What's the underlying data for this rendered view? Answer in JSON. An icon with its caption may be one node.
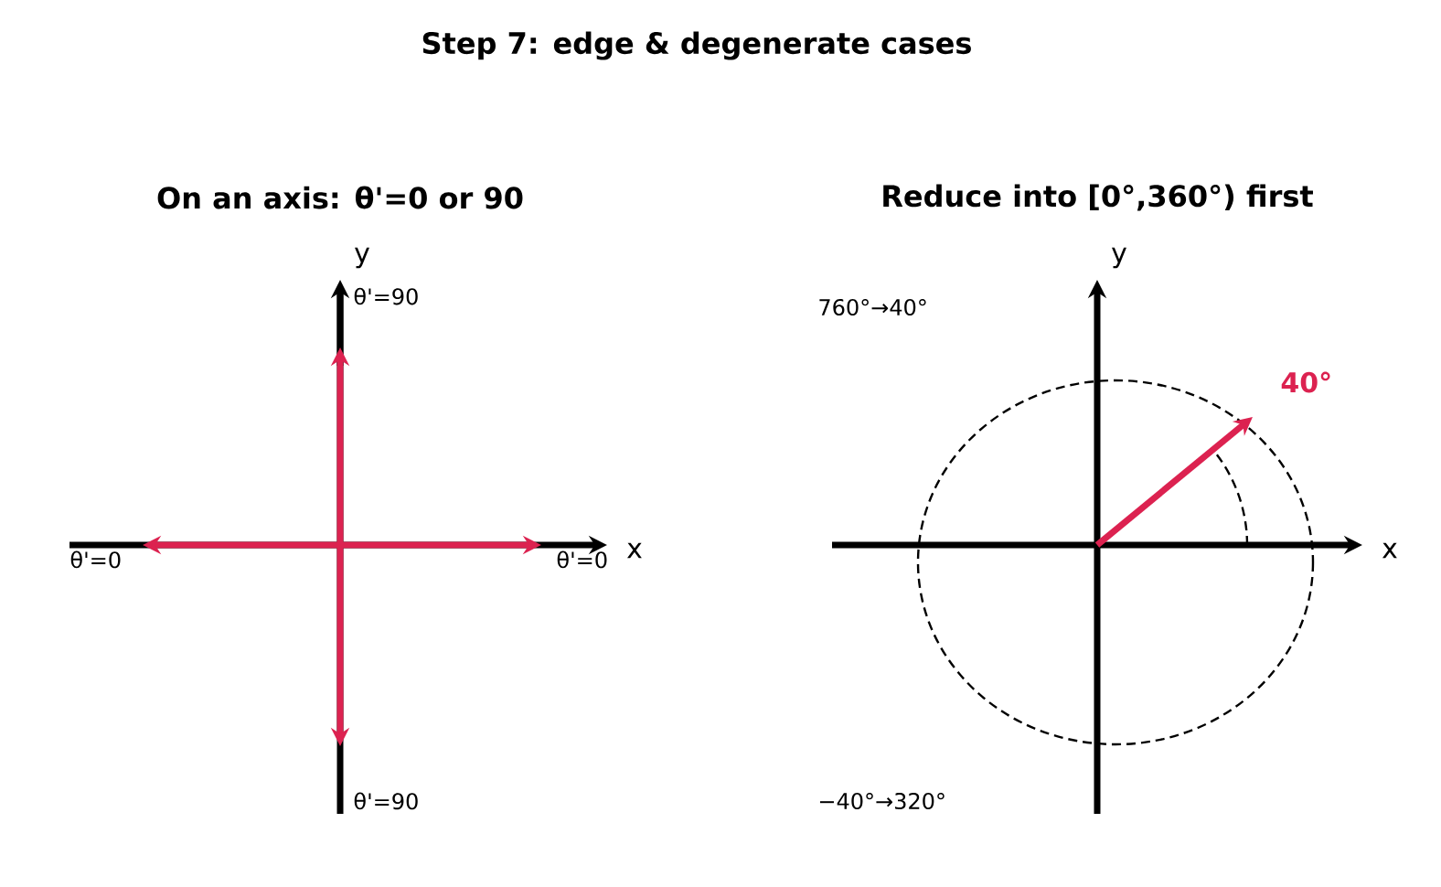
{
  "diagram": {
    "title": "Step 7: edge & degenerate cases",
    "labels": [
      "On an axis: θ'=0 or 90",
      "Reduce into [0°,360°) first",
      "y",
      "θ'=90",
      "760°→40°",
      "y",
      "40°",
      "θ'=0",
      "x",
      "θ'=0",
      "x",
      "θ'=90",
      "−40°→320°"
    ]
  }
}
